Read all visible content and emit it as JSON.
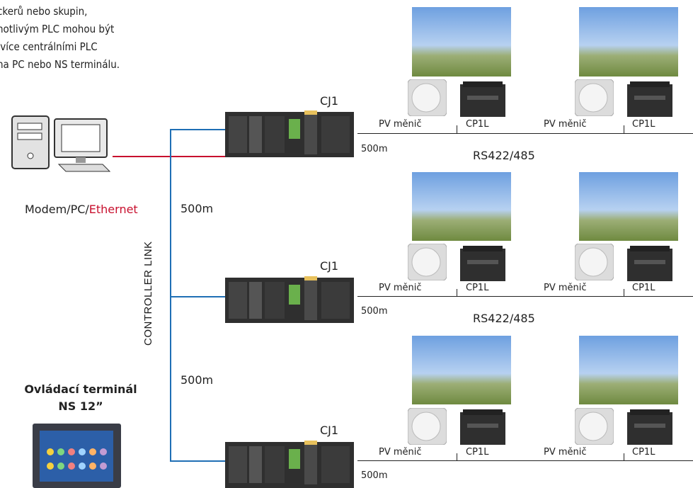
{
  "intro_text": "ckerů nebo skupin,\nnotlivým PLC mohou být\n více centrálními PLC\nna PC nebo NS terminálu.",
  "pc_label_prefix": "Modem/PC/",
  "pc_label_ethernet": "Ethernet",
  "hmi_label_line1": "Ovládací terminál",
  "hmi_label_line2": "NS 12”",
  "controller_link": "CONTROLLER LINK",
  "cj1": "CJ1",
  "distance": "500m",
  "rs485": "RS422/485",
  "inverter": "PV měnič",
  "cp1l": "CP1L",
  "colors": {
    "controller_link": "#1f6fb5",
    "ethernet": "#c8102e"
  },
  "icons": [
    "computer-icon",
    "solar-panel-icon",
    "inverter-icon",
    "cp1l-plc-icon",
    "cj1-plc-icon",
    "ns12-terminal-icon"
  ]
}
